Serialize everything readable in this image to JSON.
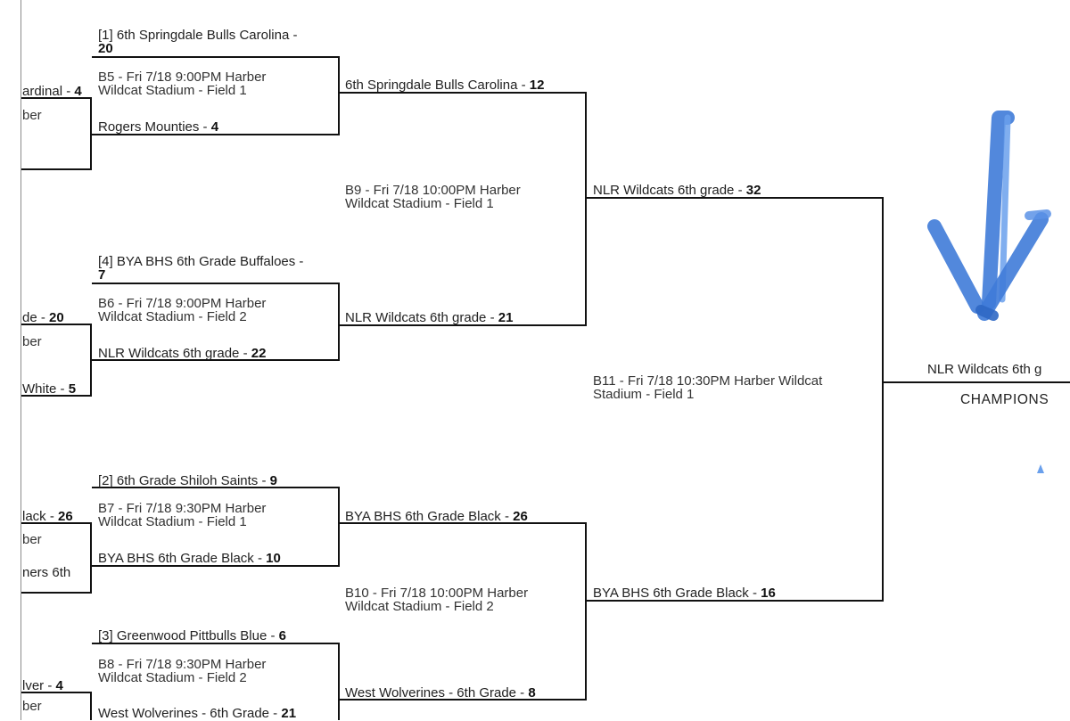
{
  "partial_left": {
    "r1": "ardinal - ",
    "r1_score": "4",
    "r2": "ber",
    "r3": "de - ",
    "r3_score": "20",
    "r4": "ber",
    "r5": "White - ",
    "r5_score": "5",
    "r6": "lack - ",
    "r6_score": "26",
    "r7": "ber",
    "r8": "ners 6th",
    "r9": "lver - ",
    "r9_score": "4",
    "r10": "ber"
  },
  "round2": [
    {
      "top_seed": "[1]",
      "top_team": "6th Springdale Bulls Carolina - ",
      "top_score": "20",
      "game": "B5 - Fri 7/18 9:00PM Harber",
      "venue": "Wildcat Stadium - Field 1",
      "bottom_team": "Rogers Mounties - ",
      "bottom_score": "4"
    },
    {
      "top_seed": "[4]",
      "top_team": "BYA BHS 6th Grade Buffaloes - ",
      "top_score": "7",
      "game": "B6 - Fri 7/18 9:00PM Harber",
      "venue": "Wildcat Stadium - Field 2",
      "bottom_team": "NLR Wildcats 6th grade - ",
      "bottom_score": "22"
    },
    {
      "top_seed": "[2]",
      "top_team": "6th Grade Shiloh Saints - ",
      "top_score": "9",
      "game": "B7 - Fri 7/18 9:30PM Harber",
      "venue": "Wildcat Stadium - Field 1",
      "bottom_team": "BYA BHS 6th Grade Black - ",
      "bottom_score": "10"
    },
    {
      "top_seed": "[3]",
      "top_team": "Greenwood Pittbulls Blue - ",
      "top_score": "6",
      "game": "B8 - Fri 7/18 9:30PM Harber",
      "venue": "Wildcat Stadium - Field 2",
      "bottom_team": "West Wolverines - 6th Grade - ",
      "bottom_score": "21"
    }
  ],
  "semis": [
    {
      "top_team": "6th Springdale Bulls Carolina - ",
      "top_score": "12",
      "game": "B9 - Fri 7/18 10:00PM Harber",
      "venue": "Wildcat Stadium - Field 1",
      "bottom_team": "NLR Wildcats 6th grade - ",
      "bottom_score": "21"
    },
    {
      "top_team": "BYA BHS 6th Grade Black - ",
      "top_score": "26",
      "game": "B10 - Fri 7/18 10:00PM Harber",
      "venue": "Wildcat Stadium - Field 2",
      "bottom_team": "West Wolverines - 6th Grade - ",
      "bottom_score": "8"
    }
  ],
  "final": {
    "top_team": "NLR Wildcats 6th grade - ",
    "top_score": "32",
    "game": "B11 - Fri 7/18 10:30PM Harber Wildcat",
    "venue": "Stadium - Field 1",
    "bottom_team": "BYA BHS 6th Grade Black - ",
    "bottom_score": "16"
  },
  "champion": {
    "team": "NLR Wildcats 6th g",
    "label": "CHAMPIONS"
  },
  "colors": {
    "arrow": "#4a86e0",
    "lines": "#111111",
    "border": "#8a8a8a"
  },
  "icons": [
    "down-arrow-icon"
  ]
}
